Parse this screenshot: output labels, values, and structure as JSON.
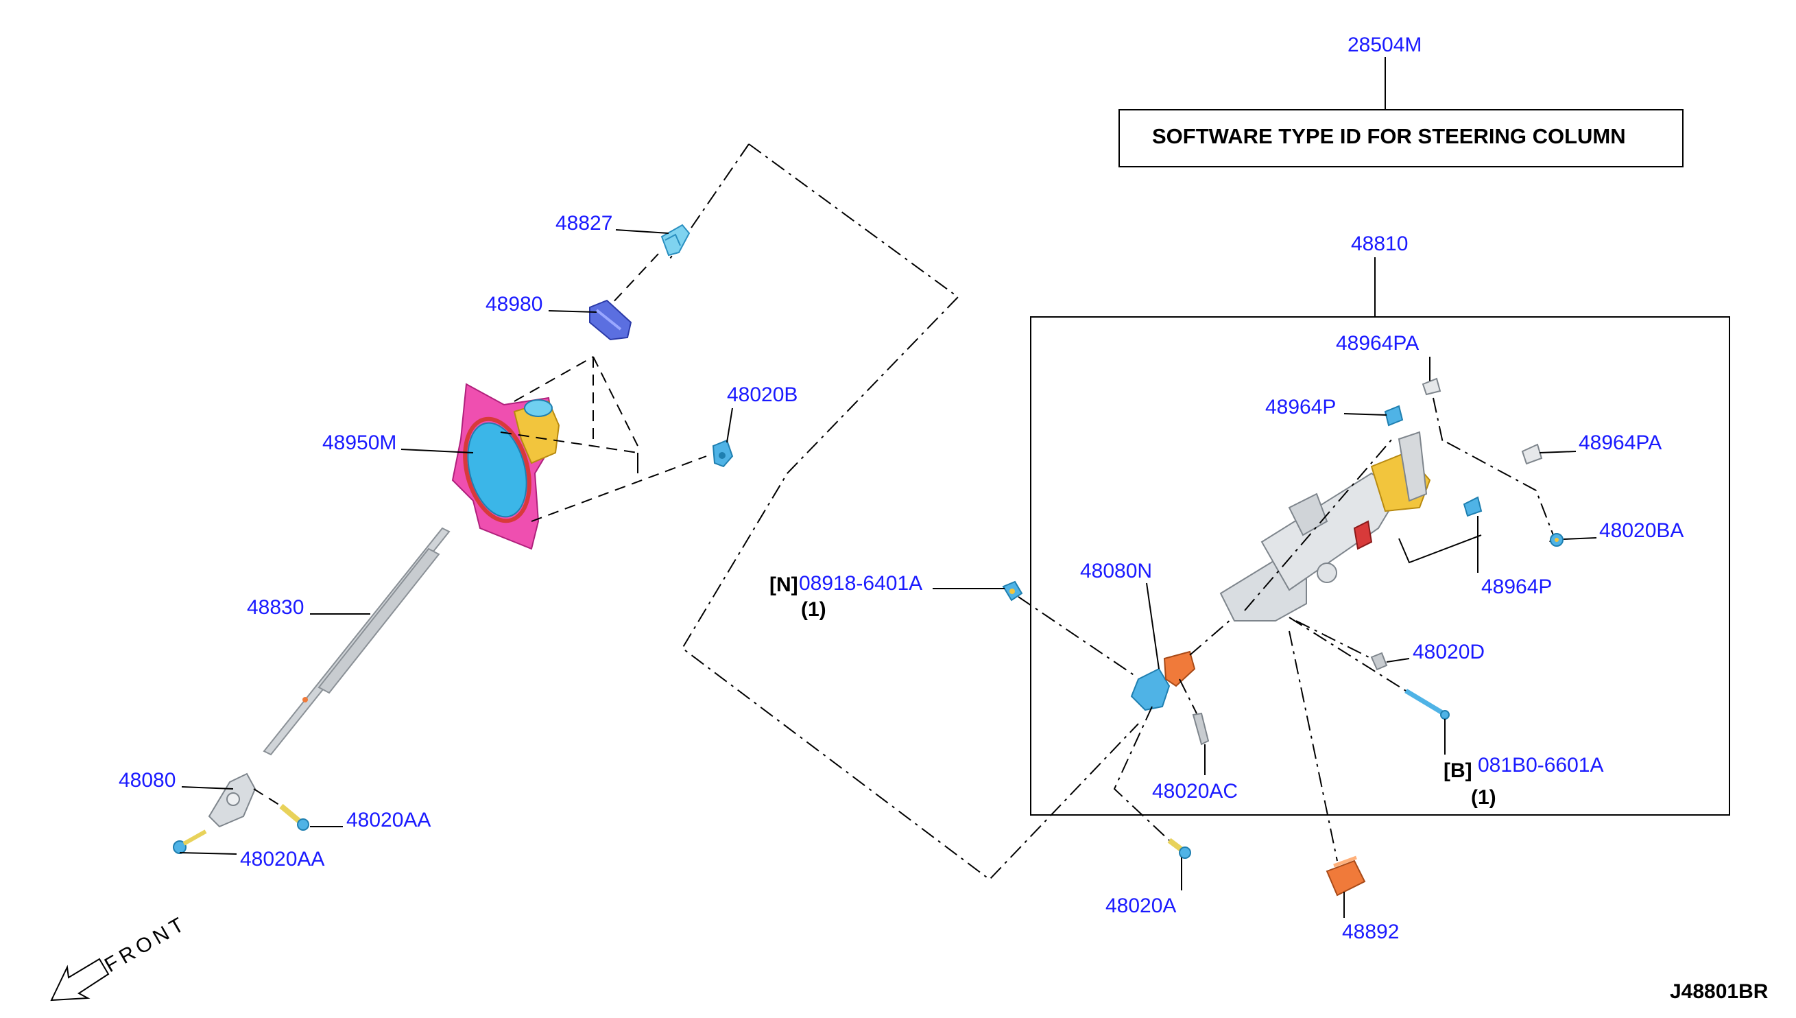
{
  "title_box": {
    "part_no": "28504M",
    "text": "SOFTWARE TYPE ID FOR STEERING COLUMN"
  },
  "assembly_label": "48810",
  "labels": {
    "p48827": "48827",
    "p48980": "48980",
    "p48950M": "48950M",
    "p48020B": "48020B",
    "p48830": "48830",
    "p48080": "48080",
    "p48020AA_a": "48020AA",
    "p48020AA_b": "48020AA",
    "p08918": "08918-6401A",
    "p08918_prefix": "[N]",
    "p08918_qty": "(1)",
    "p48080N": "48080N",
    "p48964PA_a": "48964PA",
    "p48964P_a": "48964P",
    "p48964PA_b": "48964PA",
    "p48020BA": "48020BA",
    "p48964P_b": "48964P",
    "p48020D": "48020D",
    "p081B0": "081B0-6601A",
    "p081B0_prefix": "[B]",
    "p081B0_qty": "(1)",
    "p48020AC": "48020AC",
    "p48020A": "48020A",
    "p48892": "48892"
  },
  "front_label": "FRONT",
  "diagram_code": "J48801BR",
  "colors": {
    "label_blue": "#1a1aff",
    "magenta": "#e8359b",
    "cyan": "#33b5e5",
    "yellow": "#f2c53d",
    "orange": "#f07a3a",
    "grey": "#c8ccd0"
  }
}
